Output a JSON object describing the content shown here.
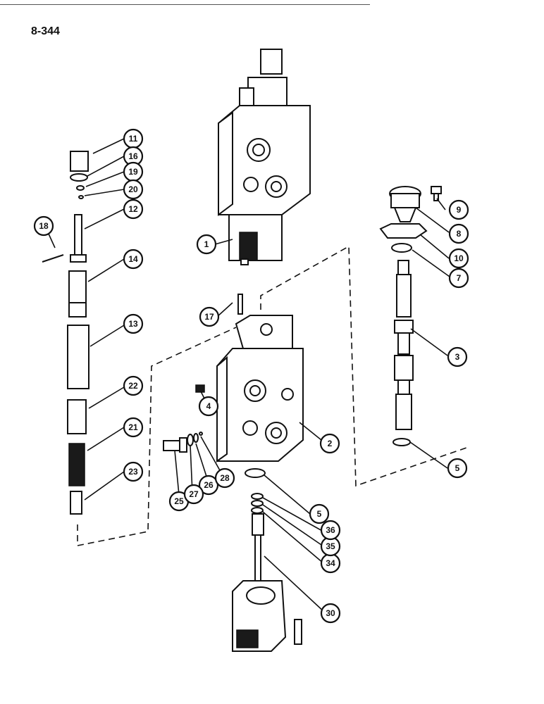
{
  "page_number": "8-344",
  "callouts": [
    {
      "label": "1"
    },
    {
      "label": "2"
    },
    {
      "label": "3"
    },
    {
      "label": "4"
    },
    {
      "label": "5"
    },
    {
      "label": "5"
    },
    {
      "label": "7"
    },
    {
      "label": "8"
    },
    {
      "label": "9"
    },
    {
      "label": "10"
    },
    {
      "label": "11"
    },
    {
      "label": "12"
    },
    {
      "label": "13"
    },
    {
      "label": "14"
    },
    {
      "label": "16"
    },
    {
      "label": "17"
    },
    {
      "label": "18"
    },
    {
      "label": "19"
    },
    {
      "label": "20"
    },
    {
      "label": "21"
    },
    {
      "label": "22"
    },
    {
      "label": "23"
    },
    {
      "label": "25"
    },
    {
      "label": "26"
    },
    {
      "label": "27"
    },
    {
      "label": "28"
    },
    {
      "label": "30"
    },
    {
      "label": "34"
    },
    {
      "label": "35"
    },
    {
      "label": "36"
    }
  ]
}
